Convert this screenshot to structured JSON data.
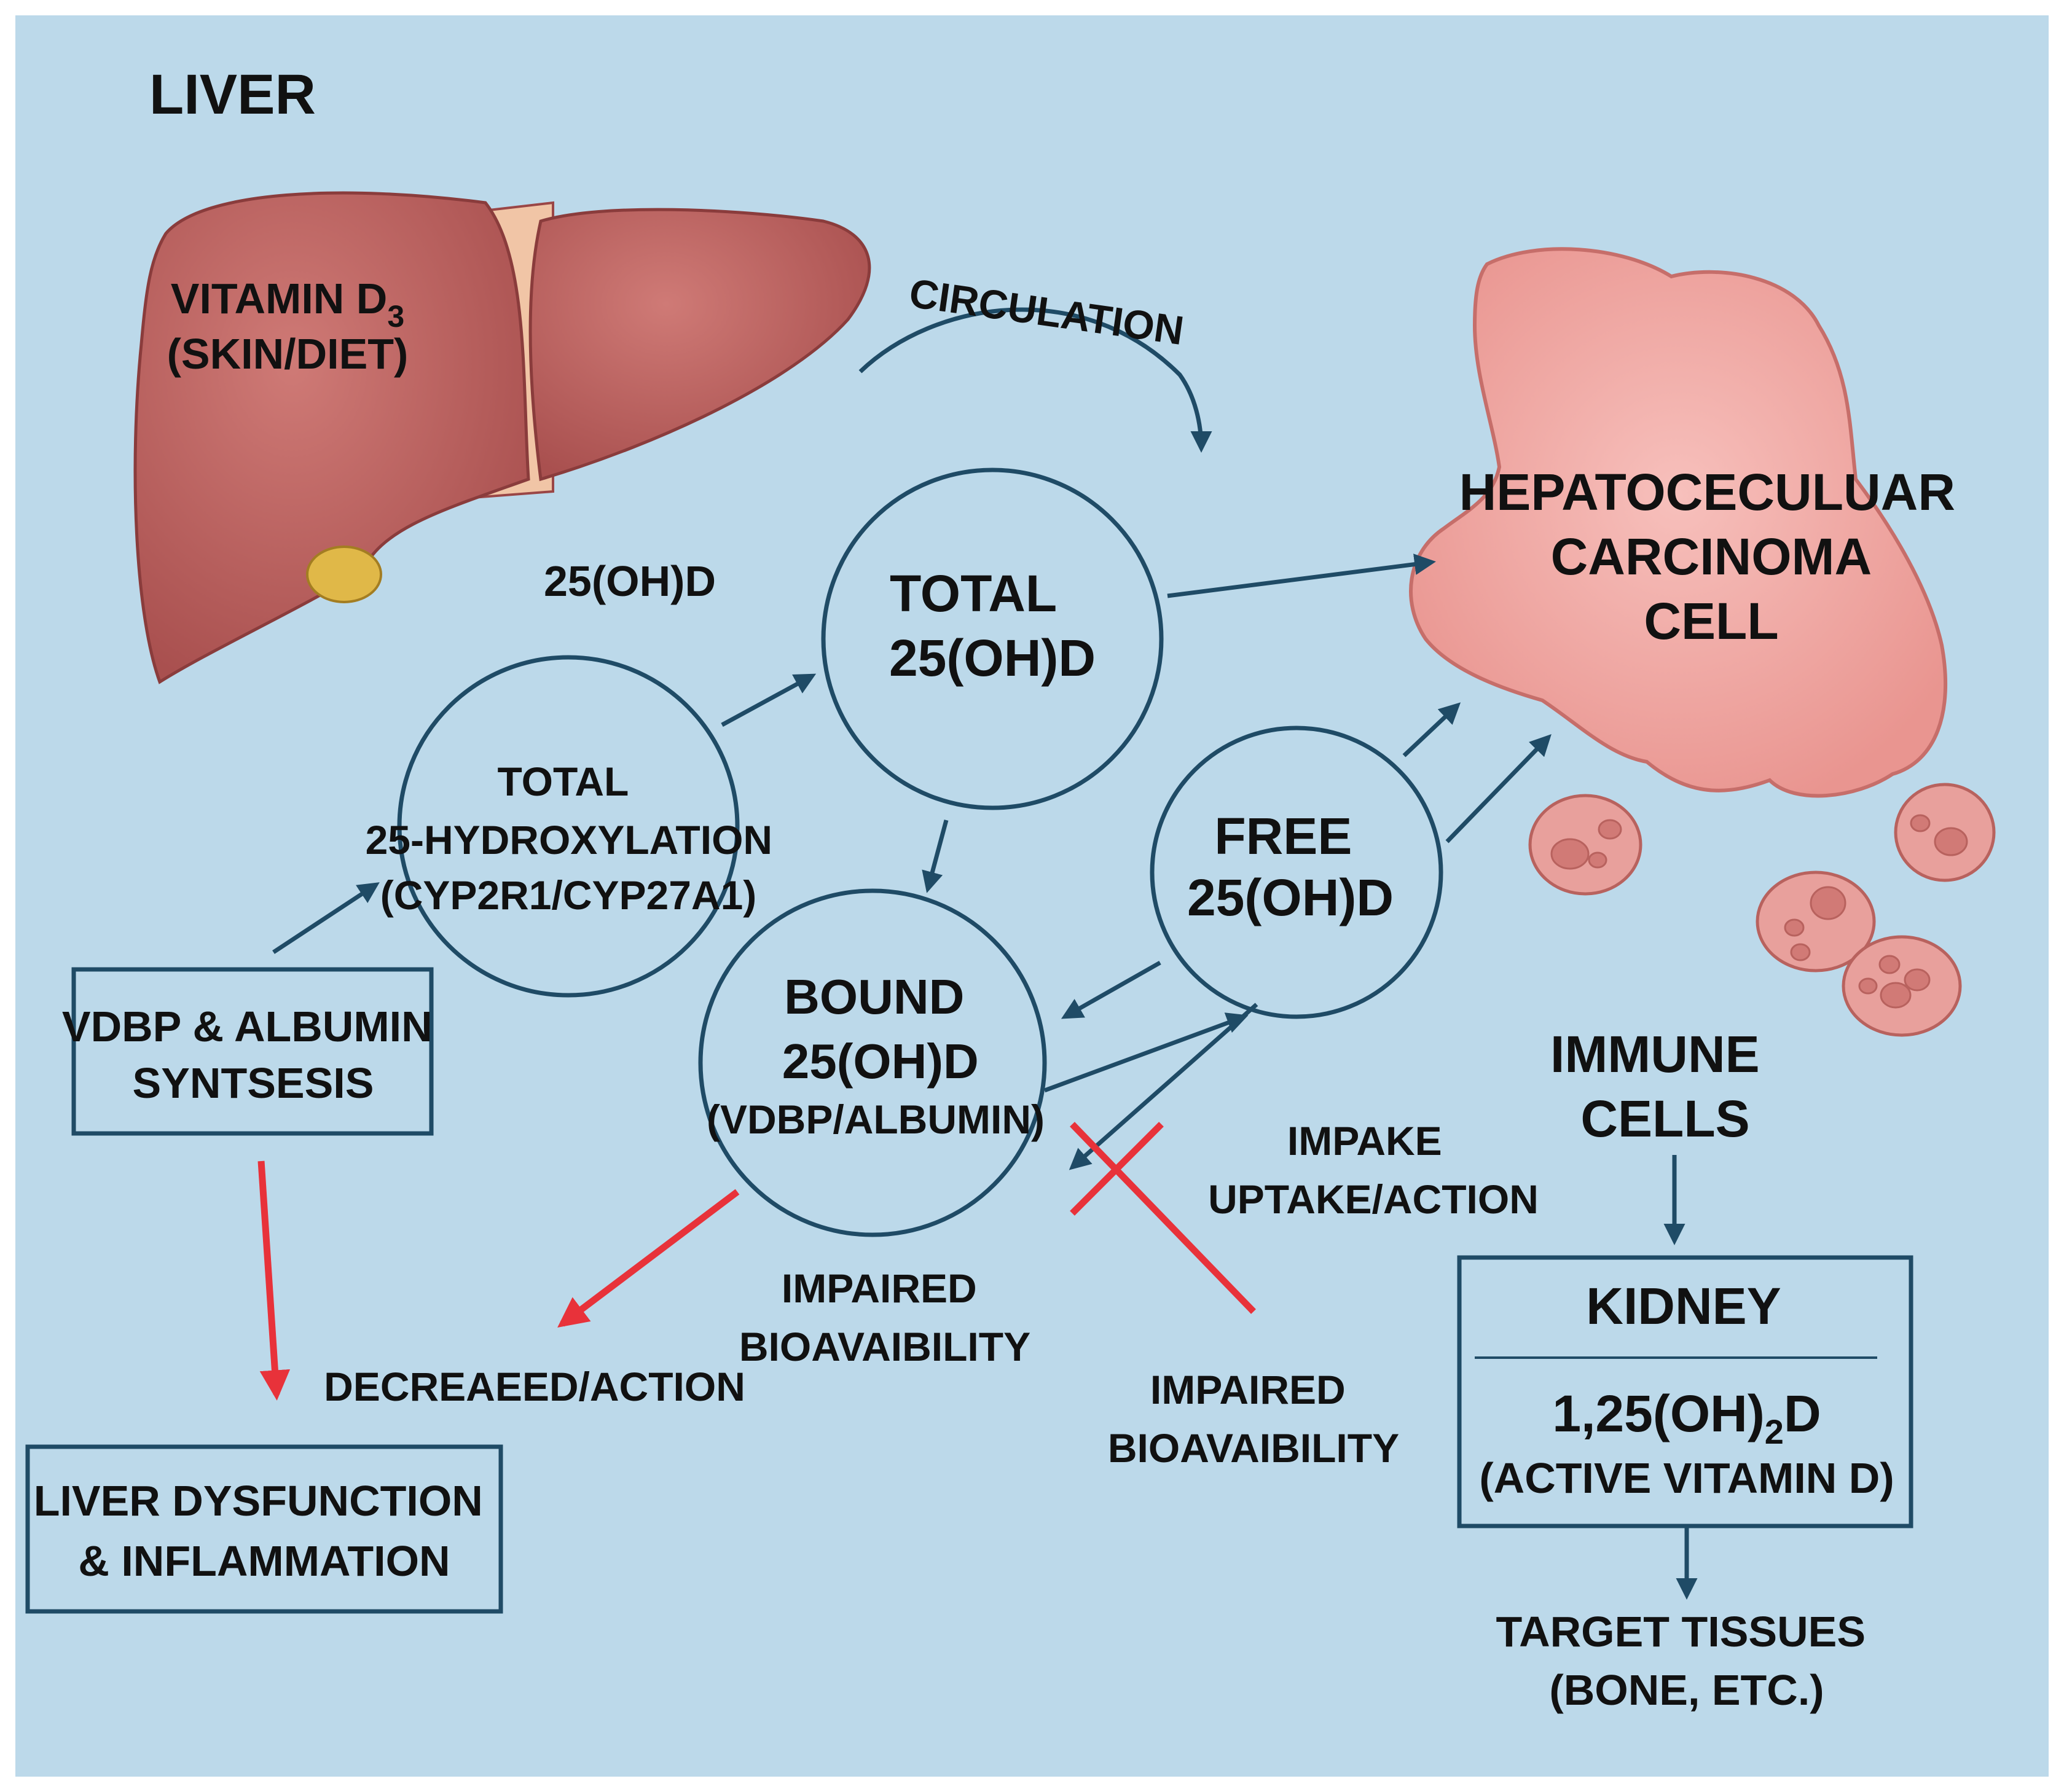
{
  "title": "LIVER",
  "liver": {
    "vitamin_line1": "VITAMIN D",
    "vitamin_sub": "3",
    "vitamin_line2": "(SKIN/DIET)"
  },
  "circulation_label": "CIRCULATION",
  "ohd_label": "25(OH)D",
  "nodes": {
    "hydroxylation": [
      "TOTAL",
      "25-HYDROXYLATION",
      "(CYP2R1/CYP27A1)"
    ],
    "total": [
      "TOTAL",
      "25(OH)D"
    ],
    "bound": [
      "BOUND",
      "25(OH)D",
      "(VDBP/ALBUMIN)"
    ],
    "free": [
      "FREE",
      "25(OH)D"
    ]
  },
  "hcc": [
    "HEPATOCECULUAR",
    "CARCINOMA",
    "CELL"
  ],
  "vdbp_box": [
    "VDBP & ALBUMIN",
    "SYNTSESIS"
  ],
  "dysfunction_box": [
    "LIVER DYSFUNCTION",
    "& INFLAMMATION"
  ],
  "decreased_label": "DECREAEED/ACTION",
  "impaired_mid": [
    "IMPAIRED",
    "BIOAVAIBILITY"
  ],
  "impaired_right": [
    "IMPAIRED",
    "BIOAVAIBILITY"
  ],
  "uptake": [
    "IMPAKE",
    "UPTAKE/ACTION"
  ],
  "immune": [
    "IMMUNE",
    "CELLS"
  ],
  "kidney": {
    "title": "KIDNEY",
    "formula_a": "1,25(OH)",
    "formula_sub": "2",
    "formula_b": "D",
    "note": "(ACTIVE VITAMIN D)"
  },
  "target": [
    "TARGET TISSUES",
    "(BONE, ETC.)"
  ],
  "colors": {
    "background": "#bcd9ea",
    "liver": "#b85a5a",
    "gallbladder": "#e0b848",
    "tumor": "#f2aaa6",
    "dark_blue": "#1f4b66",
    "red_arrow": "#e8323a"
  }
}
